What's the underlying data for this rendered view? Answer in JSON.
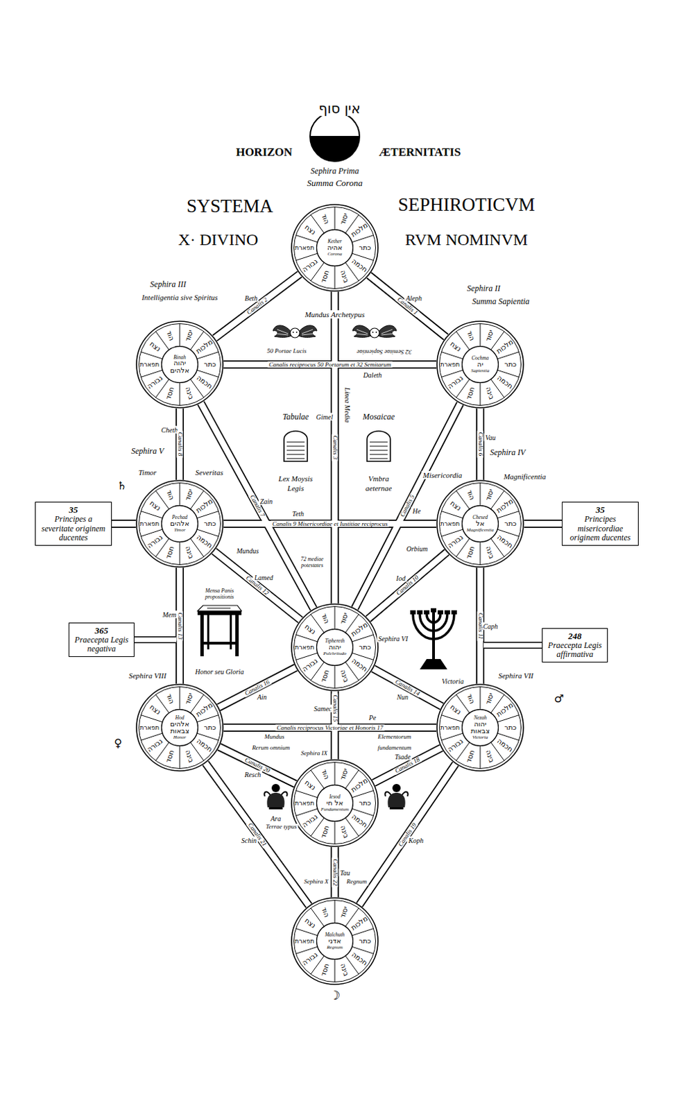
{
  "diagram": {
    "nodes": [
      {
        "text": [
          "כתר",
          "חכמה",
          "בינה",
          "חסד",
          "גבורה",
          "תפארת",
          "נצח",
          "הוד",
          "יסוד",
          "מלכות"
        ]
      },
      {
        "text": [
          "Kether",
          "אהיה",
          "Corona"
        ],
        "in": 0
      },
      {
        "text": [
          "כתר",
          "חכמה",
          "בינה",
          "חסד",
          "גבורה",
          "תפארת",
          "נצח",
          "הוד",
          "יסוד",
          "מלכות"
        ]
      },
      {
        "text": [
          "Binah",
          "יהוה אלהים"
        ],
        "in": 2
      },
      {
        "text": [
          "כתר",
          "חכמה",
          "בינה",
          "חסד",
          "גבורה",
          "תפארת",
          "נצח",
          "הוד",
          "יסוד",
          "מלכות"
        ]
      },
      {
        "text": [
          "Cochma",
          "יה",
          "Sapientia"
        ],
        "in": 4
      },
      {
        "text": [
          "35",
          "Principes a severitate originem ducentes"
        ]
      },
      {
        "text": [
          "כתר",
          "חכמה",
          "בינה",
          "חסד",
          "גבורה",
          "תפארת",
          "נצח",
          "הוד",
          "יסוד",
          "מלכות"
        ]
      },
      {
        "text": [
          "Pechad",
          "אלהים",
          "Timor"
        ],
        "in": 7
      },
      {
        "text": [
          "כתר",
          "חכמה",
          "בינה",
          "חסד",
          "גבורה",
          "תפארת",
          "נצח",
          "הוד",
          "יסוד",
          "מלכות"
        ]
      },
      {
        "text": [
          "Chesed",
          "אל",
          "Magnificentia"
        ],
        "in": 9
      },
      {
        "text": [
          "35",
          "Principes misericordiae originem ducentes"
        ]
      },
      {
        "text": [
          "365",
          "Praecepta Legis negativa"
        ]
      },
      {
        "text": [
          "כתר",
          "חכמה",
          "בינה",
          "חסד",
          "גבורה",
          "תפארת",
          "נצח",
          "הוד",
          "יסוד",
          "מלכות"
        ]
      },
      {
        "text": [
          "Tiphereth",
          "יהוה",
          "Pulchritudo"
        ],
        "in": 13
      },
      {
        "text": [
          "248",
          "Praecepta Legis affirmativa"
        ]
      },
      {
        "text": [
          "כתר",
          "חכמה",
          "בינה",
          "חסד",
          "גבורה",
          "תפארת",
          "נצח",
          "הוד",
          "יסוד",
          "מלכות"
        ]
      },
      {
        "text": [
          "Hod",
          "אלהים צבאות",
          "Honor"
        ],
        "in": 16
      },
      {
        "text": [
          "כתר",
          "חכמה",
          "בינה",
          "חסד",
          "גבורה",
          "תפארת",
          "נצח",
          "הוד",
          "יסוד",
          "מלכות"
        ]
      },
      {
        "text": [
          "Nezah",
          "יהוה צבאות",
          "Victoria"
        ],
        "in": 18
      },
      {
        "text": [
          "כתר",
          "חכמה",
          "בינה",
          "חסד",
          "גבורה",
          "תפארת",
          "נצח",
          "הוד",
          "יסוד",
          "מלכות"
        ]
      },
      {
        "text": [
          "Iesod",
          "אל חי",
          "Fundamentum"
        ],
        "in": 20
      },
      {
        "text": [
          "כתר",
          "חכמה",
          "בינה",
          "חסד",
          "גבורה",
          "תפארת",
          "נצח",
          "הוד",
          "יסוד",
          "מלכות"
        ]
      },
      {
        "text": [
          "Malchuth",
          "אדני",
          "Regnum"
        ],
        "in": 22
      }
    ],
    "edges": [
      {
        "from": 0,
        "to": 4,
        "arrow": "none",
        "label": "Canalis 1"
      },
      {
        "from": 0,
        "to": 2,
        "arrow": "none",
        "label": "Canalis 2"
      },
      {
        "from": 0,
        "to": 13,
        "arrow": "none",
        "label": "Canalis 3"
      },
      {
        "from": 2,
        "to": 4,
        "arrow": "none",
        "label": "Canalis reciprocus 50 Portarum et 32 Semitarum"
      },
      {
        "from": 4,
        "to": 13,
        "arrow": "none",
        "label": "Canalis 5"
      },
      {
        "from": 4,
        "to": 9,
        "arrow": "none",
        "label": "Canalis 6"
      },
      {
        "from": 2,
        "to": 13,
        "arrow": "none",
        "label": "Canalis 7"
      },
      {
        "from": 2,
        "to": 7,
        "arrow": "none",
        "label": "Canalis 8"
      },
      {
        "from": 7,
        "to": 9,
        "arrow": "none",
        "label": "Canalis 9 Misericordiae et Iustitiae reciprocus"
      },
      {
        "from": 9,
        "to": 13,
        "arrow": "none",
        "label": "Canalis 10"
      },
      {
        "from": 9,
        "to": 18,
        "arrow": "none",
        "label": "Canalis 11"
      },
      {
        "from": 7,
        "to": 13,
        "arrow": "none",
        "label": "Canalis 12"
      },
      {
        "from": 7,
        "to": 16,
        "arrow": "none",
        "label": "Canalis 13"
      },
      {
        "from": 13,
        "to": 18,
        "arrow": "none",
        "label": "Canalis 14"
      },
      {
        "from": 13,
        "to": 20,
        "arrow": "none",
        "label": "Canalis 15"
      },
      {
        "from": 13,
        "to": 16,
        "arrow": "none",
        "label": "Canalis 16"
      },
      {
        "from": 16,
        "to": 18,
        "arrow": "none",
        "label": "Canalis reciprocus Victoriae et Honoris 17"
      },
      {
        "from": 18,
        "to": 20,
        "arrow": "none",
        "label": "Canalis 18"
      },
      {
        "from": 18,
        "to": 22,
        "arrow": "none",
        "label": "Canalis 19"
      },
      {
        "from": 16,
        "to": 20,
        "arrow": "none",
        "label": "Canalis 20"
      },
      {
        "from": 16,
        "to": 22,
        "arrow": "none",
        "label": "Canalis 21"
      },
      {
        "from": 20,
        "to": 22,
        "arrow": "none",
        "label": "Canalis 22"
      },
      {
        "from": 6,
        "to": 7,
        "arrow": "none"
      },
      {
        "from": 11,
        "to": 9,
        "arrow": "none"
      }
    ],
    "labels": [
      "אין סוף",
      "HORIZON",
      "ÆTERNITATIS",
      "Sephira Prima",
      "Summa Corona",
      "SYSTEMA",
      "SEPHIROTICVM",
      "X· DIVINO",
      "RVM NOMINVM",
      "Sephira III",
      "Intelligentia sive Spiritus",
      "Sephira II",
      "Summa Sapientia",
      "Mundus Archetypus",
      "50 Portae Lucis",
      "32 Semitae Sapientiae",
      "Tabulae",
      "Mosaicae",
      "Lex Moysis",
      "Legis",
      "Vmbra",
      "aeternae",
      "Linea Media",
      "Sephira V",
      "Timor",
      "Severitas",
      "♄",
      "Sephira IV",
      "Misericordia",
      "Magnificentia",
      "Mundus",
      "Orbium",
      "72 mediae potestates",
      "Mensa Panis propositionis",
      "Sephira VI",
      "Sephira VIII",
      "Honor seu Gloria",
      "Sephira VII",
      "Victoria",
      "♀",
      "♂",
      "Mundus",
      "Elementorum",
      "Rerum omnium",
      "fundamentum",
      "Sephira IX",
      "Ara",
      "Terrae typus",
      "Sephira X",
      "Regnum",
      "☽",
      "Aleph",
      "Beth",
      "Gimel",
      "Daleth",
      "He",
      "Vau",
      "Zain",
      "Cheth",
      "Teth",
      "Iod",
      "Caph",
      "Lamed",
      "Mem",
      "Nun",
      "Samech",
      "Ain",
      "Pe",
      "Tsade",
      "Koph",
      "Resch",
      "Schin",
      "Tau"
    ]
  }
}
